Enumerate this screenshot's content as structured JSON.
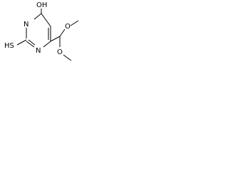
{
  "molecule": {
    "atoms": {
      "hydroxyl": "OH",
      "ring_n_top": "N",
      "ring_n_bottom": "N",
      "thiol": "HS",
      "methoxy_o_upper": "O",
      "methoxy_o_lower": "O"
    }
  },
  "colors": {
    "background": "#ffffff",
    "ink": "#000000"
  }
}
